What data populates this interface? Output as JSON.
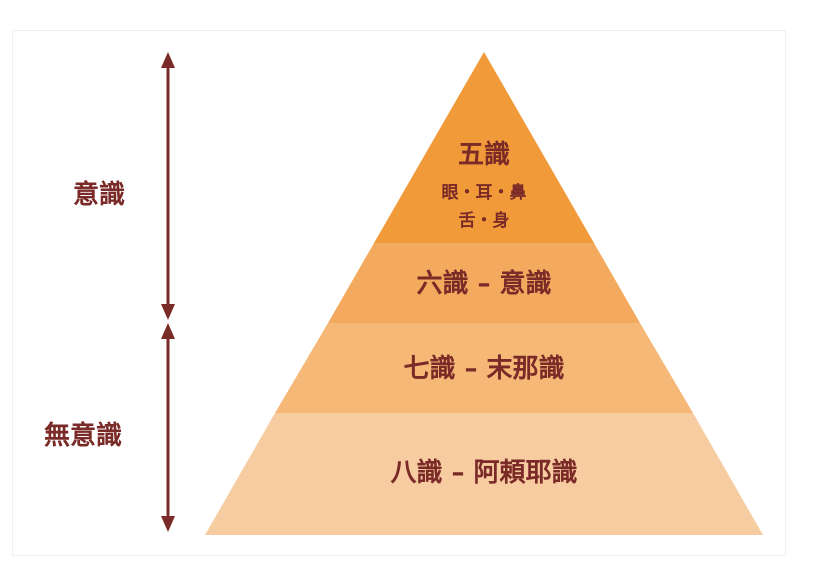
{
  "colors": {
    "text": "#7a2a27",
    "arrow": "#7a2a27",
    "tier1": "#f09a3a",
    "tier2": "#f4aa5e",
    "tier3": "#f6b877",
    "tier4": "#f8cca1"
  },
  "sides": {
    "upper": "意識",
    "lower": "無意識"
  },
  "tiers": [
    {
      "title": "五識",
      "sub1": "眼・耳・鼻",
      "sub2": "舌・身"
    },
    {
      "title": "六識 – 意識"
    },
    {
      "title": "七識 – 末那識"
    },
    {
      "title": "八識 – 阿頼耶識"
    }
  ]
}
